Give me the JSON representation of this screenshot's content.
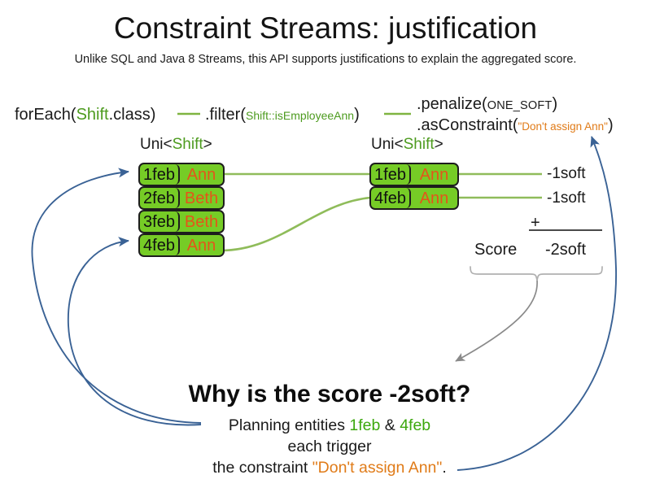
{
  "slide": {
    "title": "Constraint Streams: justification",
    "subtitle": "Unlike SQL and Java 8 Streams, this API supports justifications to explain the aggregated score."
  },
  "colors": {
    "green_class": "#4d9b1f",
    "green_card_fill": "#76cc26",
    "green_line": "#8fbc5a",
    "orange_value": "#e4551a",
    "orange_string": "#e07b18",
    "blue_arrow": "#3a6295",
    "gray_arrow": "#8a8a8a",
    "card_border": "#1d1d1d"
  },
  "pipeline": {
    "foreach": {
      "fn": "forEach(",
      "type": "Shift",
      "tail": ".class)"
    },
    "filter": {
      "fn": ".filter(",
      "ref": "Shift::isEmployeeAnn",
      "tail": ")"
    },
    "penalize": {
      "fn": ".penalize(",
      "arg": "ONE_SOFT",
      "tail": ")"
    },
    "as_constraint": {
      "fn": ".asConstraint(",
      "arg": "\"Don't assign Ann\"",
      "tail": ")"
    }
  },
  "streams": {
    "left": {
      "header_prefix": "Uni<",
      "header_type": "Shift",
      "header_suffix": ">",
      "rows": [
        {
          "date": "1feb",
          "employee": "Ann"
        },
        {
          "date": "2feb",
          "employee": "Beth"
        },
        {
          "date": "3feb",
          "employee": "Beth"
        },
        {
          "date": "4feb",
          "employee": "Ann"
        }
      ]
    },
    "right": {
      "header_prefix": "Uni<",
      "header_type": "Shift",
      "header_suffix": ">",
      "rows": [
        {
          "date": "1feb",
          "employee": "Ann",
          "score": "-1soft"
        },
        {
          "date": "4feb",
          "employee": "Ann",
          "score": "-1soft"
        }
      ]
    }
  },
  "score_block": {
    "label": "Score",
    "operator": "+",
    "total": "-2soft"
  },
  "explanation": {
    "question": "Why is the score -2soft?",
    "line1_a": "Planning entities ",
    "line1_e1": "1feb",
    "line1_amp": " & ",
    "line1_e2": "4feb",
    "line2": "each trigger",
    "line3_a": "the constraint ",
    "line3_constraint": "\"Don't assign Ann\"",
    "line3_b": "."
  }
}
